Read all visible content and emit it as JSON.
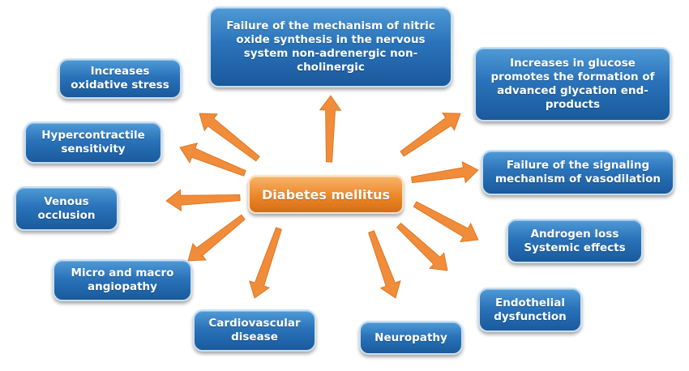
{
  "center": {
    "label": "Diabetes mellitus"
  },
  "nodes": [
    {
      "id": "nitric",
      "label": "Failure of the mechanism of nitric oxide synthesis in the nervous system non-adrenergic non-cholinergic"
    },
    {
      "id": "glucose",
      "label": "Increases in glucose promotes the formation of advanced glycation end-products"
    },
    {
      "id": "oxidative",
      "label": "Increases oxidative stress"
    },
    {
      "id": "hypercontractile",
      "label": "Hypercontractile sensitivity"
    },
    {
      "id": "venous",
      "label": "Venous occlusion"
    },
    {
      "id": "angiopathy",
      "label": "Micro and macro angiopathy"
    },
    {
      "id": "cardiovascular",
      "label": "Cardiovascular disease"
    },
    {
      "id": "neuropathy",
      "label": "Neuropathy"
    },
    {
      "id": "endothelial",
      "label": "Endothelial dysfunction"
    },
    {
      "id": "androgen",
      "label": "Androgen loss Systemic effects"
    },
    {
      "id": "signaling",
      "label": "Failure of the signaling mechanism of vasodilation"
    }
  ],
  "colors": {
    "box": "#2a73ba",
    "center": "#ee8a2e",
    "arrow": "#f08c3a"
  }
}
